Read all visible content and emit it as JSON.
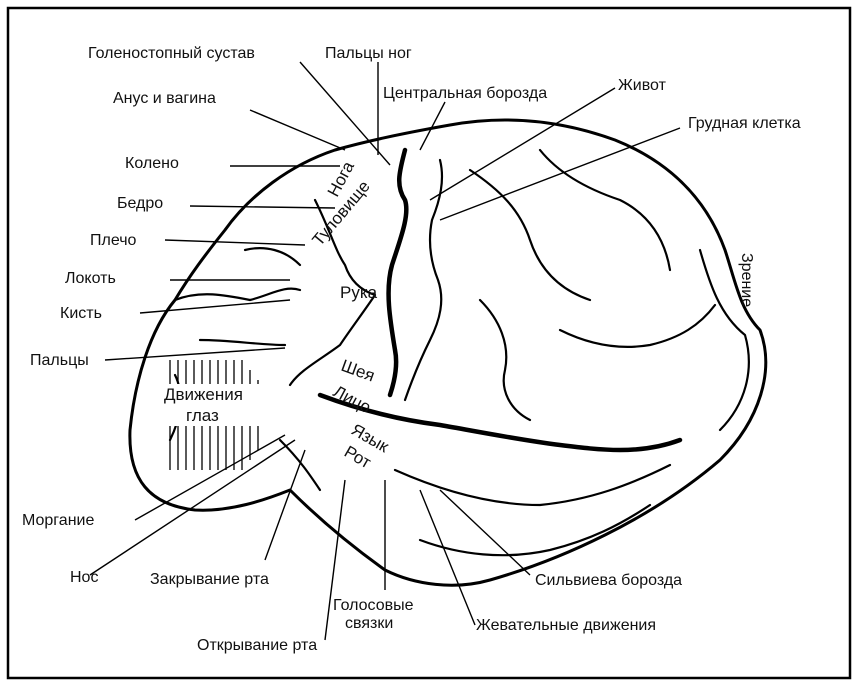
{
  "labels": {
    "golenostopny": "Голеностопный сустав",
    "paltsy_nog": "Пальцы ног",
    "anus": "Анус и вагина",
    "tsentr": "Центральная борозда",
    "zhivot": "Живот",
    "grudnaya": "Грудная клетка",
    "koleno": "Колено",
    "bedro": "Бедро",
    "plecho": "Плечо",
    "lokot": "Локоть",
    "kist": "Кисть",
    "paltsy": "Пальцы",
    "zrenie": "Зрение",
    "morganie": "Моргание",
    "nos": "Нос",
    "zakryvanie": "Закрывание рта",
    "golosovye_1": "Голосовые",
    "golosovye_2": "связки",
    "silvieva": "Сильвиева борозда",
    "zhevatelnye": "Жевательные движения",
    "otkryvanie": "Открывание рта"
  },
  "regions": {
    "noga": "Нога",
    "tulovische": "Туловище",
    "ruka": "Рука",
    "sheya": "Шея",
    "litso": "Лицо",
    "yazyk": "Язык",
    "rot": "Рот",
    "dvizheniya_1": "Движения",
    "dvizheniya_2": "глаз"
  }
}
